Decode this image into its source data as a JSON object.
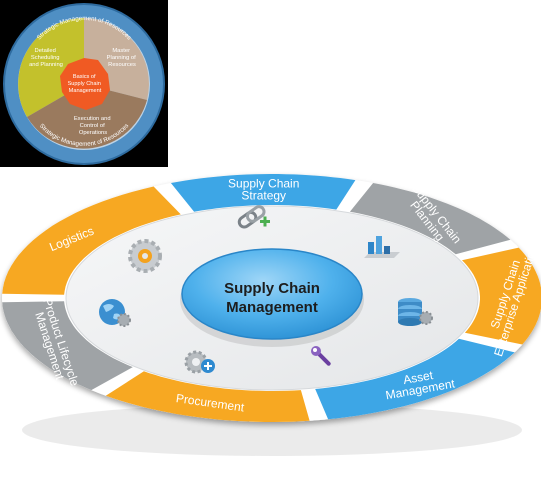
{
  "inset": {
    "outer_top": "Strategic Management of Resources",
    "outer_bottom": "Strategic Management of Resources",
    "sector_left": [
      "Detailed",
      "Scheduling",
      "and Planning"
    ],
    "sector_right": [
      "Master",
      "Planning of",
      "Resources"
    ],
    "sector_bottom": [
      "Execution and",
      "Control of",
      "Operations"
    ],
    "center": [
      "Basics of",
      "Supply Chain",
      "Management"
    ]
  },
  "wheel": {
    "center_title": [
      "Supply Chain",
      "Management"
    ],
    "segments": [
      {
        "id": "strategy",
        "lines": [
          "Supply Chain",
          "Strategy"
        ],
        "color": "#3ea6e6"
      },
      {
        "id": "planning",
        "lines": [
          "Supply Chain",
          "Planning"
        ],
        "color": "#9fa3a6"
      },
      {
        "id": "enterprise",
        "lines": [
          "Supply Chain",
          "Enterprise Applications"
        ],
        "color": "#f7a823"
      },
      {
        "id": "asset",
        "lines": [
          "Asset",
          "Management"
        ],
        "color": "#3ea6e6"
      },
      {
        "id": "procurement",
        "lines": [
          "Procurement"
        ],
        "color": "#f7a823"
      },
      {
        "id": "product-lifecycle",
        "lines": [
          "Product Lifecycle",
          "Management"
        ],
        "color": "#9fa3a6"
      },
      {
        "id": "logistics",
        "lines": [
          "Logistics"
        ],
        "color": "#f7a823"
      }
    ],
    "icons": [
      "chain-link-icon",
      "bar-chart-icon",
      "database-gear-icon",
      "wrench-icon",
      "gear-plus-icon",
      "globe-gear-icon",
      "gear-icon"
    ]
  }
}
